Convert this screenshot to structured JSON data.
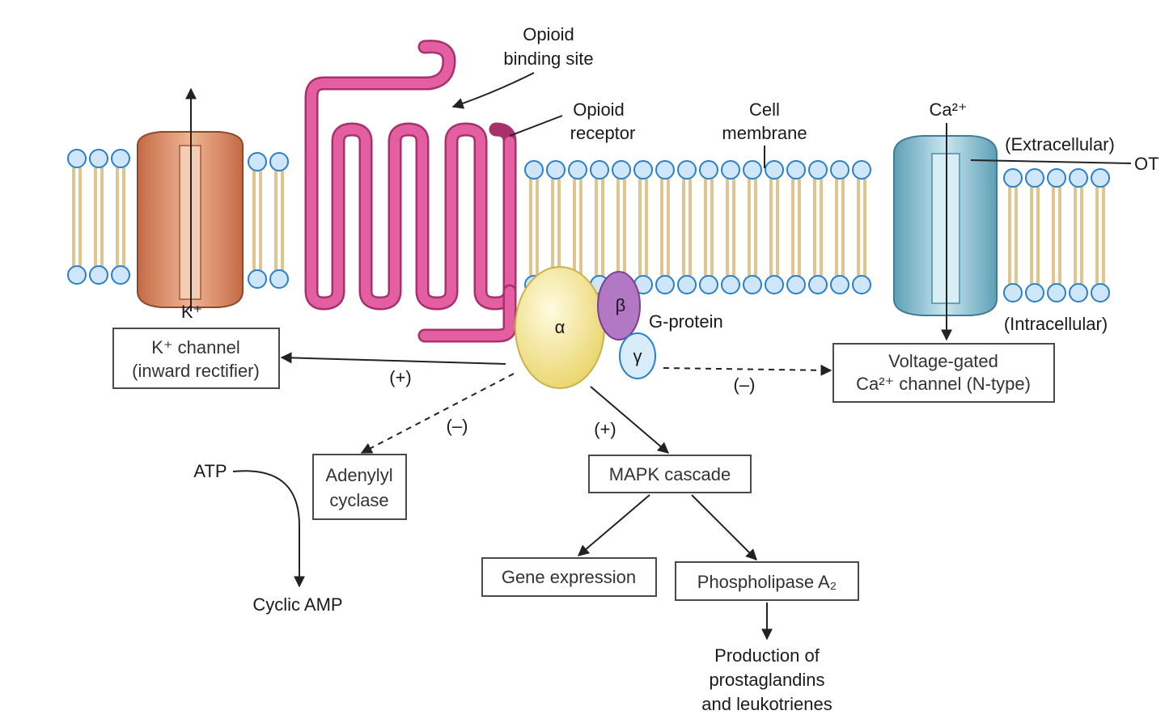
{
  "labels": {
    "opioid_binding_site_line1": "Opioid",
    "opioid_binding_site_line2": "binding site",
    "opioid_receptor_line1": "Opioid",
    "opioid_receptor_line2": "receptor",
    "cell_membrane_line1": "Cell",
    "cell_membrane_line2": "membrane",
    "ca_ion": "Ca²⁺",
    "extracellular": "(Extracellular)",
    "ot": "OT",
    "intracellular": "(Intracellular)",
    "k_ion": "K⁺",
    "g_protein": "G-protein",
    "alpha": "α",
    "beta": "β",
    "gamma": "γ",
    "atp": "ATP",
    "cyclic_amp": "Cyclic AMP",
    "plus_k": "(+)",
    "minus_ca": "(–)",
    "minus_ac": "(–)",
    "plus_mapk": "(+)",
    "production_line1": "Production of",
    "production_line2": "prostaglandins",
    "production_line3": "and leukotrienes"
  },
  "boxes": {
    "k_channel_line1": "K⁺ channel",
    "k_channel_line2": "(inward rectifier)",
    "ca_channel_line1": "Voltage-gated",
    "ca_channel_line2": "Ca²⁺ channel (N-type)",
    "adenylyl_line1": "Adenylyl",
    "adenylyl_line2": "cyclase",
    "mapk": "MAPK cascade",
    "gene_expression": "Gene expression",
    "phospholipase": "Phospholipase A₂"
  },
  "colors": {
    "lipid_head_fill": "#cfe6f8",
    "lipid_head_stroke": "#2a7fc9",
    "lipid_tail": "#e2c48e",
    "receptor": "#e0559a",
    "k_channel": "#d7845e",
    "ca_channel": "#8ec3d6",
    "g_alpha": "#f7eca0",
    "g_beta": "#b278c4",
    "g_gamma": "#d8ecfa"
  }
}
